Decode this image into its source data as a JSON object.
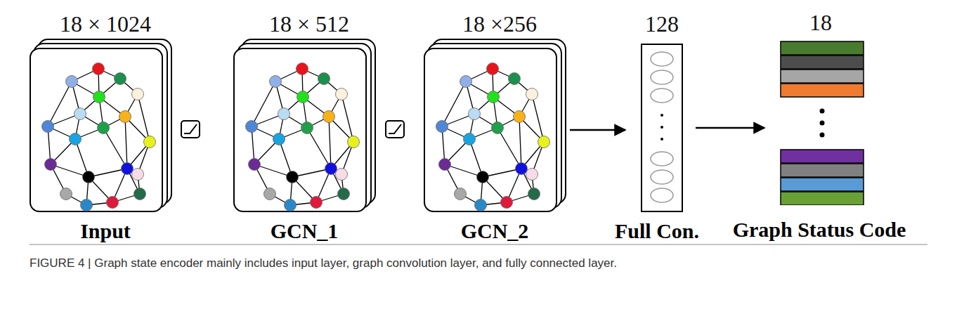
{
  "diagram": {
    "caption": "FIGURE 4 | Graph state encoder mainly includes input layer, graph convolution layer, and fully connected layer.",
    "nodes": [
      {
        "text": [
          "18 × 1024",
          "Input"
        ]
      },
      {
        "text": [
          "18 × 512",
          "GCN_1"
        ]
      },
      {
        "text": [
          "18 ×256",
          "GCN_2"
        ]
      },
      {
        "text": [
          "128",
          "Full Con."
        ]
      },
      {
        "text": [
          "18",
          "Graph Status Code"
        ]
      }
    ],
    "edges": [
      {
        "from": 2,
        "to": 3,
        "arrow": "to"
      },
      {
        "from": 3,
        "to": 4,
        "arrow": "to"
      }
    ]
  }
}
